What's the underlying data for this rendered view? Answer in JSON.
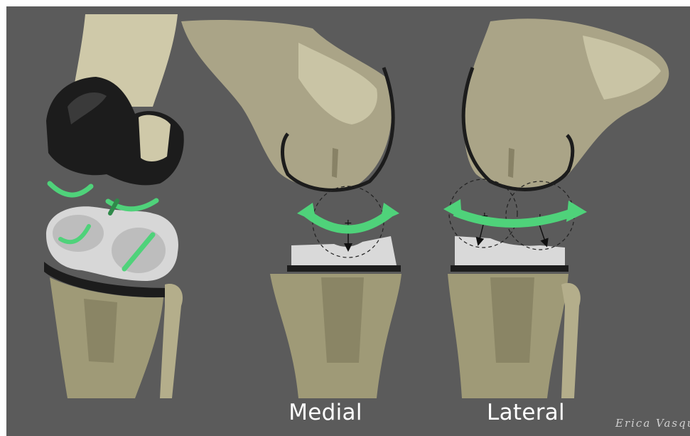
{
  "labels": {
    "medial": "Medial",
    "lateral": "Lateral"
  },
  "signature": "Erica Vasque",
  "colors": {
    "background": "#5b5b5b",
    "bone": "#b6b08c",
    "bone_shadow": "#7f7b5c",
    "femur_shaft": "#d8d3b8",
    "implant_metal": "#1c1c1c",
    "insert_poly": "#d7d7d7",
    "motion_arrow": "#4fd27a",
    "motion_arrow_dark": "#2f8a4a"
  },
  "icons": {
    "rotation": "curved-double-arrow-icon",
    "translation": "straight-double-arrow-icon",
    "contact_force": "down-arrow-icon"
  }
}
